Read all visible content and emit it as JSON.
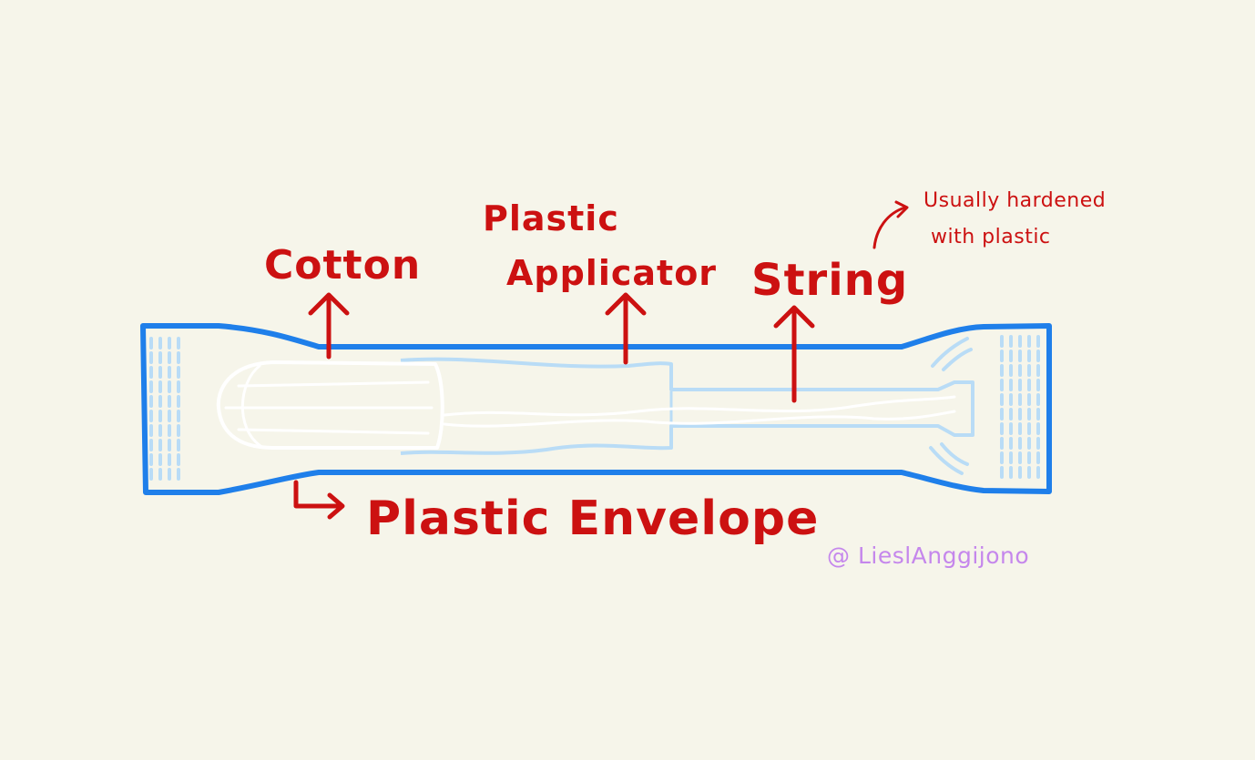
{
  "diagram": {
    "labels": {
      "cotton": "Cotton",
      "applicator_line1": "Plastic",
      "applicator_line2": "Applicator",
      "string": "String",
      "envelope": "Plastic Envelope"
    },
    "note": {
      "line1": "Usually hardened",
      "line2": "with plastic"
    },
    "watermark": "@ LieslAnggijono"
  },
  "colors": {
    "background": "#f6f5ea",
    "label": "#cc1111",
    "envelope_outline": "#1f7fea",
    "applicator": "#b9dcf6",
    "cotton": "#ffffff",
    "watermark": "#c587ec"
  }
}
